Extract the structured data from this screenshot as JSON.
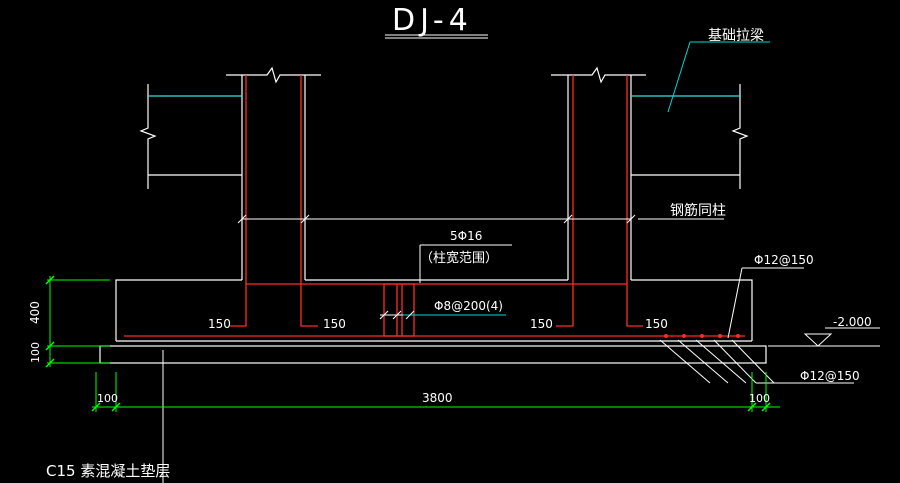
{
  "drawing": {
    "title": "DJ-4",
    "labels": {
      "foundation_tie_beam": "基础拉梁",
      "rebar_same_as_column": "钢筋同柱",
      "main_rebar": "5Φ16",
      "main_rebar_note": "（柱宽范围）",
      "stirrup": "Φ8@200(4)",
      "top_mesh": "Φ12@150",
      "bottom_mesh": "Φ12@150",
      "elevation": "-2.000",
      "bend_left_1": "150",
      "bend_right_1": "150",
      "bend_left_2": "150",
      "bend_right_2": "150",
      "dim_footing_height": "400",
      "dim_cushion_height": "100",
      "dim_left_offset": "100",
      "dim_width": "3800",
      "dim_right_offset": "100",
      "cushion_note": "C15 素混凝土垫层"
    },
    "colors": {
      "background": "#000000",
      "outline": "#ffffff",
      "rebar": "#ff2a2a",
      "dimension": "#00ff00",
      "leader": "#00d8d8",
      "text": "#ffffff"
    }
  }
}
